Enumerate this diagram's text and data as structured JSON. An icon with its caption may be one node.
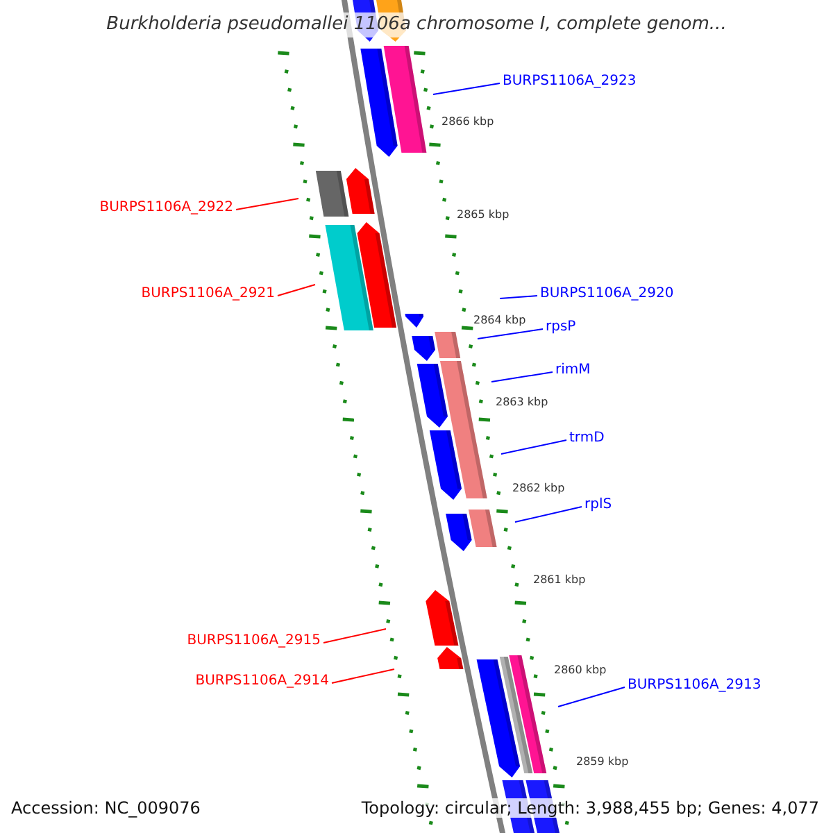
{
  "diagram": {
    "title": "Burkholderia pseudomallei 1106a chromosome I, complete genom...",
    "nodes": [
      {
        "text": [
          "BURPS1106A_2923"
        ]
      },
      {
        "text": [
          "BURPS1106A_2922"
        ]
      },
      {
        "text": [
          "BURPS1106A_2921"
        ]
      },
      {
        "text": [
          "BURPS1106A_2920"
        ]
      },
      {
        "text": [
          "rpsP"
        ]
      },
      {
        "text": [
          "rimM"
        ]
      },
      {
        "text": [
          "trmD"
        ]
      },
      {
        "text": [
          "rplS"
        ]
      },
      {
        "text": [
          "BURPS1106A_2915"
        ]
      },
      {
        "text": [
          "BURPS1106A_2914"
        ]
      },
      {
        "text": [
          "BURPS1106A_2913"
        ]
      }
    ],
    "edges": [
      {
        "from": 0,
        "to": null,
        "arrow": "none"
      },
      {
        "from": 1,
        "to": null,
        "arrow": "none",
        "color": "#ff0000"
      },
      {
        "from": 2,
        "to": null,
        "arrow": "none",
        "color": "#ff0000"
      },
      {
        "from": 3,
        "to": null,
        "arrow": "none"
      },
      {
        "from": 4,
        "to": null,
        "arrow": "none"
      },
      {
        "from": 5,
        "to": null,
        "arrow": "none"
      },
      {
        "from": 6,
        "to": null,
        "arrow": "none"
      },
      {
        "from": 7,
        "to": null,
        "arrow": "none"
      },
      {
        "from": 8,
        "to": null,
        "arrow": "none",
        "color": "#ff0000"
      },
      {
        "from": 9,
        "to": null,
        "arrow": "none",
        "color": "#ff0000"
      },
      {
        "from": 10,
        "to": null,
        "arrow": "none"
      }
    ],
    "labels": [
      "2866 kbp",
      "2865 kbp",
      "2864 kbp",
      "2863 kbp",
      "2862 kbp",
      "2861 kbp",
      "2860 kbp",
      "2859 kbp",
      "Accession: NC_009076",
      "Topology: circular; Length: 3,988,455 bp; Genes: 4,077"
    ]
  }
}
